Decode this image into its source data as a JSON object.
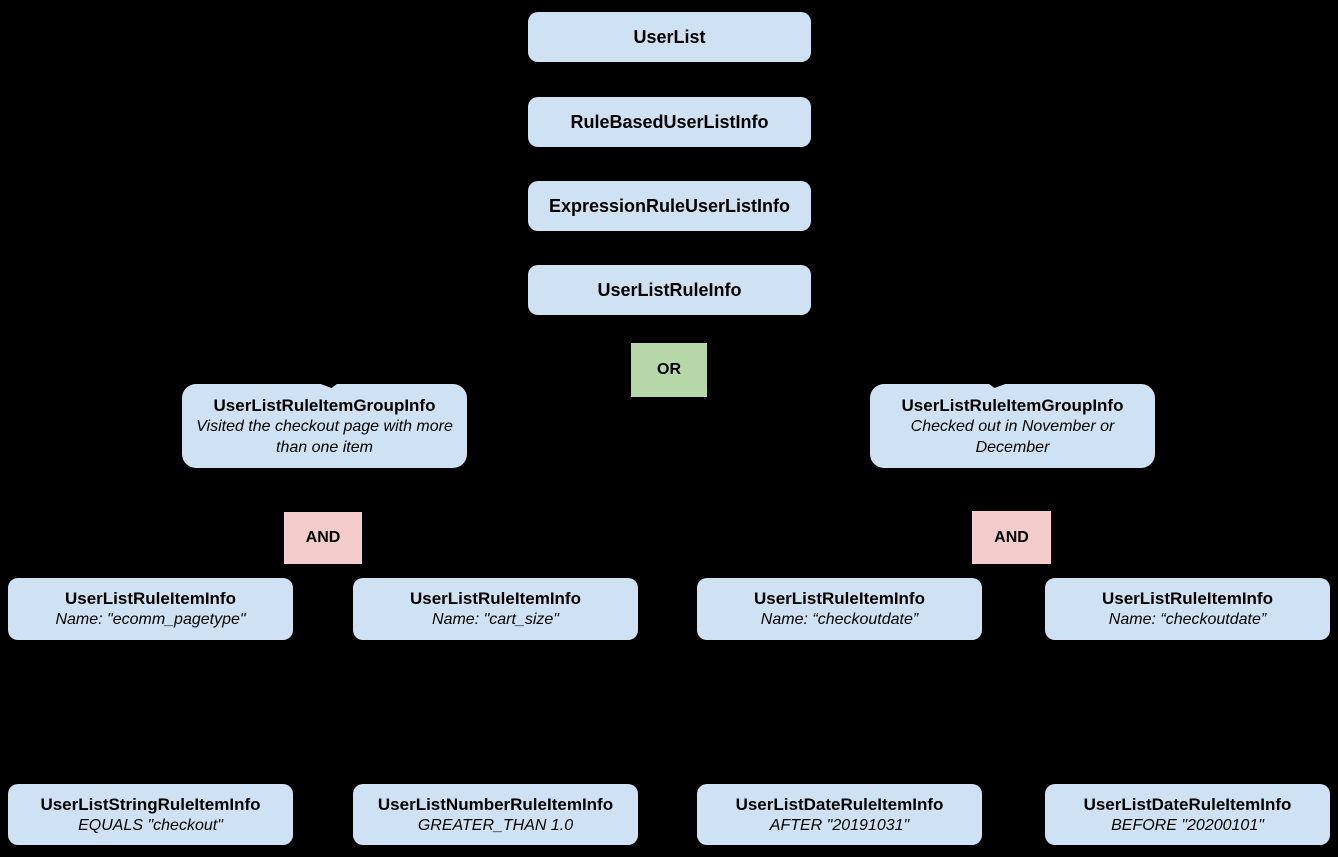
{
  "colors": {
    "background": "#000000",
    "node-fill": "#cfe2f3",
    "or-fill": "#b6d7a8",
    "and-fill": "#f4cccc",
    "text": "#000000"
  },
  "nodes": {
    "userList": {
      "label": "UserList"
    },
    "ruleBasedUserListInfo": {
      "label": "RuleBasedUserListInfo"
    },
    "expressionRuleUserListInfo": {
      "label": "ExpressionRuleUserListInfo"
    },
    "userListRuleInfo": {
      "label": "UserListRuleInfo"
    },
    "orOperator": {
      "label": "OR"
    },
    "groupLeft": {
      "label": "UserListRuleItemGroupInfo",
      "description": "Visited the checkout page with more than one item"
    },
    "groupRight": {
      "label": "UserListRuleItemGroupInfo",
      "description": "Checked out in November or December"
    },
    "andLeft": {
      "label": "AND"
    },
    "andRight": {
      "label": "AND"
    },
    "item1": {
      "label": "UserListRuleItemInfo",
      "description": "Name: \"ecomm_pagetype\""
    },
    "item2": {
      "label": "UserListRuleItemInfo",
      "description": "Name: \"cart_size\""
    },
    "item3": {
      "label": "UserListRuleItemInfo",
      "description": "Name: “checkoutdate”"
    },
    "item4": {
      "label": "UserListRuleItemInfo",
      "description": "Name: “checkoutdate”"
    },
    "leaf1": {
      "label": "UserListStringRuleItemInfo",
      "description": "EQUALS \"checkout\""
    },
    "leaf2": {
      "label": "UserListNumberRuleItemInfo",
      "description": "GREATER_THAN 1.0"
    },
    "leaf3": {
      "label": "UserListDateRuleItemInfo",
      "description": "AFTER \"20191031\""
    },
    "leaf4": {
      "label": "UserListDateRuleItemInfo",
      "description": "BEFORE \"20200101\""
    }
  }
}
